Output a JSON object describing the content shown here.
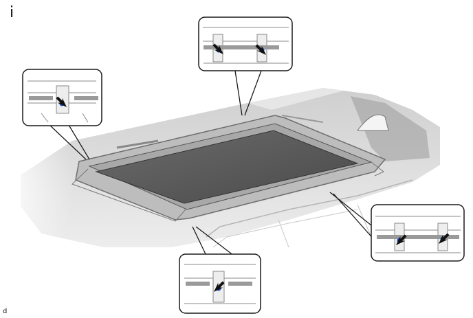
{
  "corner_mark_top": "i",
  "corner_mark_bottom": "d",
  "callouts": [
    {
      "id": "left",
      "arrows": 1,
      "clips": 1
    },
    {
      "id": "top",
      "arrows": 2,
      "clips": 2
    },
    {
      "id": "right",
      "arrows": 2,
      "clips": 2
    },
    {
      "id": "bottom",
      "arrows": 1,
      "clips": 1
    }
  ],
  "colors": {
    "roof": "#d9d9d9",
    "glass": "#5a5a5a",
    "frame": "#8c8c8c",
    "outline": "#1a1a1a",
    "clip_marker": "#1f4fd8",
    "arrow": "#111111"
  }
}
